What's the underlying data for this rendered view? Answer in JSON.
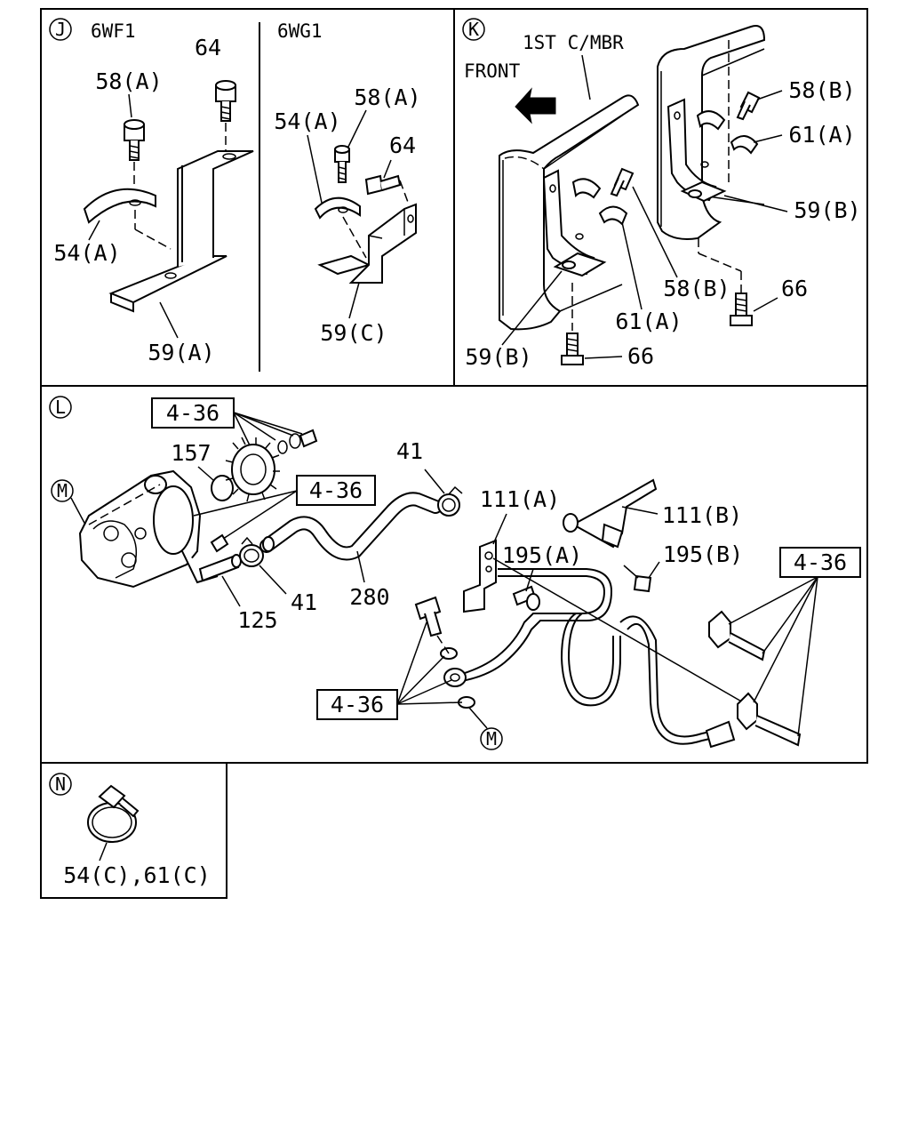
{
  "panel_j": {
    "letter": "J",
    "variant_left": "6WF1",
    "variant_right": "6WG1",
    "labels": {
      "p64_top": "64",
      "p58a_left": "58(A)",
      "p54a_left": "54(A)",
      "p59a": "59(A)",
      "p54a_right": "54(A)",
      "p58a_right": "58(A)",
      "p64_right": "64",
      "p59c": "59(C)"
    }
  },
  "panel_k": {
    "letter": "K",
    "member_label": "1ST C/MBR",
    "front_label": "FRONT",
    "labels": {
      "p58b_top": "58(B)",
      "p61a_top": "61(A)",
      "p59b_right": "59(B)",
      "p58b_mid": "58(B)",
      "p66_right": "66",
      "p61a_mid": "61(A)",
      "p59b_left": "59(B)",
      "p66_bottom": "66"
    }
  },
  "panel_l": {
    "letter": "L",
    "sub_letter": "M",
    "labels": {
      "ref_top": "4-36",
      "p157": "157",
      "ref_mid": "4-36",
      "p41_top": "41",
      "p111a": "111(A)",
      "p111b": "111(B)",
      "p195a": "195(A)",
      "p195b": "195(B)",
      "ref_right": "4-36",
      "p41_bottom": "41",
      "p280": "280",
      "p125": "125",
      "ref_bottom": "4-36",
      "m_bottom": "M"
    }
  },
  "panel_n": {
    "letter": "N",
    "label": "54(C),61(C)"
  }
}
